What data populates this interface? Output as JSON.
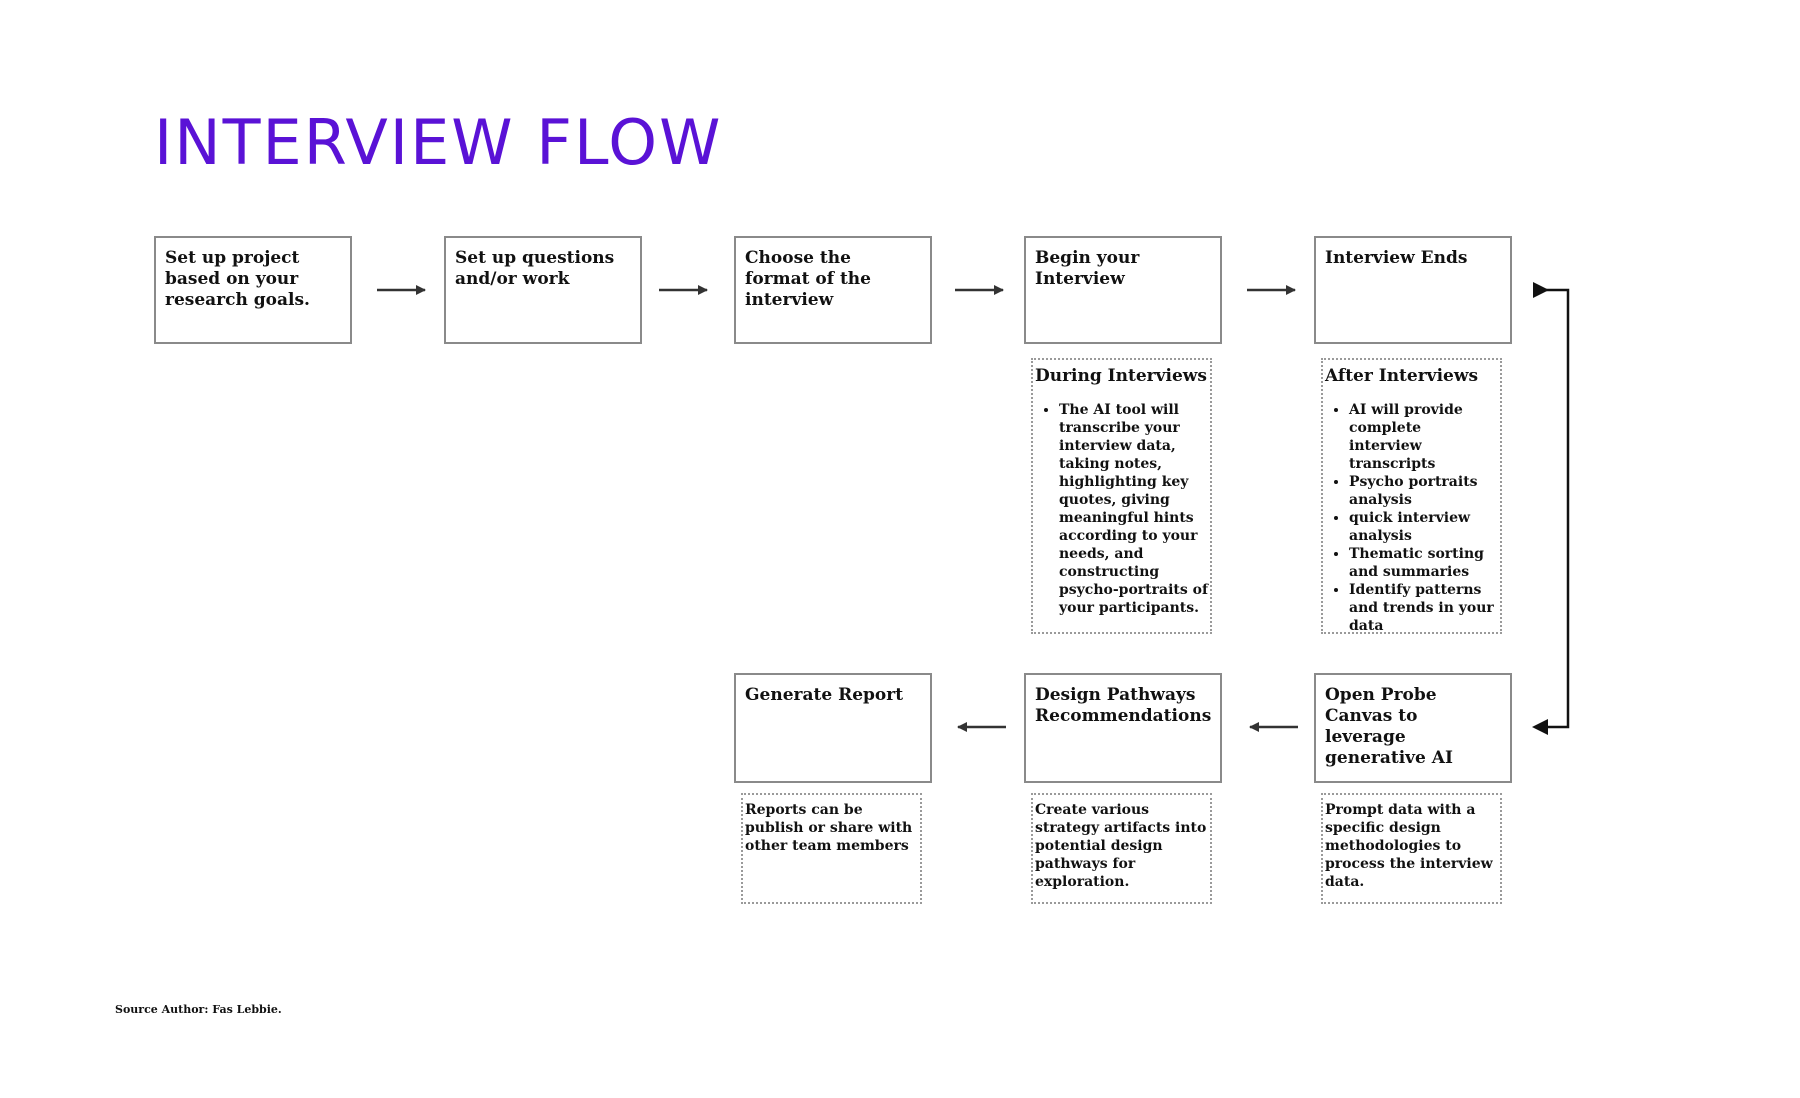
{
  "title": "INTERVIEW FLOW",
  "colors": {
    "title": "#5a12d6",
    "box_border": "#8a8a8a",
    "note_border": "#9a9a9a",
    "arrow": "#333333"
  },
  "steps": [
    {
      "label": "Set up project based on your research goals."
    },
    {
      "label": "Set up questions and/or work"
    },
    {
      "label": "Choose the format of the interview"
    },
    {
      "label": "Begin your Interview"
    },
    {
      "label": "Interview Ends"
    },
    {
      "label": "Open Probe Canvas to leverage generative AI"
    },
    {
      "label": "Design Pathways Recommendations"
    },
    {
      "label": "Generate Report"
    }
  ],
  "during_interviews": {
    "title": "During Interviews",
    "items": [
      "The AI tool will transcribe your interview data, taking notes, highlighting key quotes, giving meaningful hints according to your needs, and constructing psycho-portraits of your participants."
    ]
  },
  "after_interviews": {
    "title": "After Interviews",
    "items": [
      "AI will provide complete interview transcripts",
      "Psycho portraits analysis",
      "quick interview analysis",
      "Thematic sorting and summaries",
      "Identify patterns and trends in your data"
    ]
  },
  "notes": {
    "probe_canvas": "Prompt data with a specific design methodologies to process the interview data.",
    "design_pathways": "Create various strategy artifacts into potential design pathways for exploration.",
    "report": "Reports can be publish or share with other team members"
  },
  "source": "Source Author: Fas Lebbie."
}
